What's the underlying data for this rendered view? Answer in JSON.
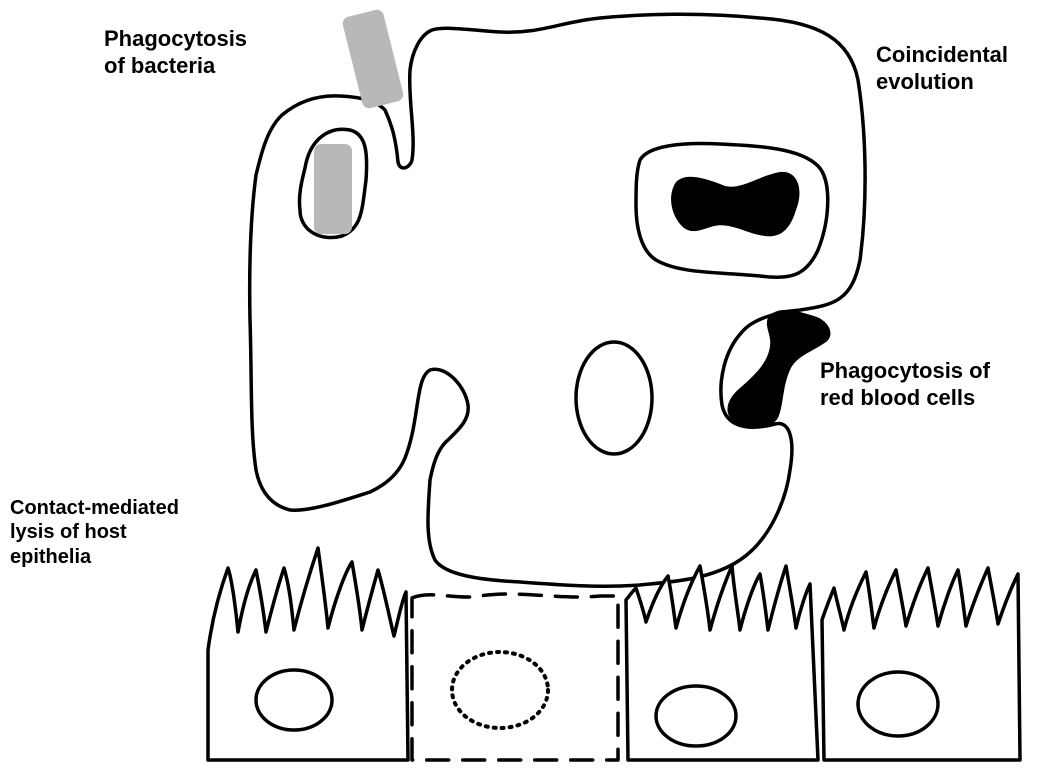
{
  "labels": {
    "phagocytosis_bacteria": [
      "Phagocytosis",
      "of bacteria"
    ],
    "coincidental_evolution": [
      "Coincidental",
      "evolution"
    ],
    "phagocytosis_rbc": [
      "Phagocytosis of",
      "red blood cells"
    ],
    "contact_lysis": [
      "Contact-mediated",
      "lysis of host",
      "epithelia"
    ]
  },
  "colors": {
    "outline": "#000000",
    "bacteria": "#b8b8b8",
    "red_blood_cell": "#000000",
    "background": "#ffffff"
  },
  "parts": {
    "amoeba": "amoeba-trophozoite",
    "bacteria_count": 2,
    "red_blood_cell_count": 2,
    "host_epithelial_cells_intact": 3,
    "host_epithelial_cells_lysed": 1
  }
}
